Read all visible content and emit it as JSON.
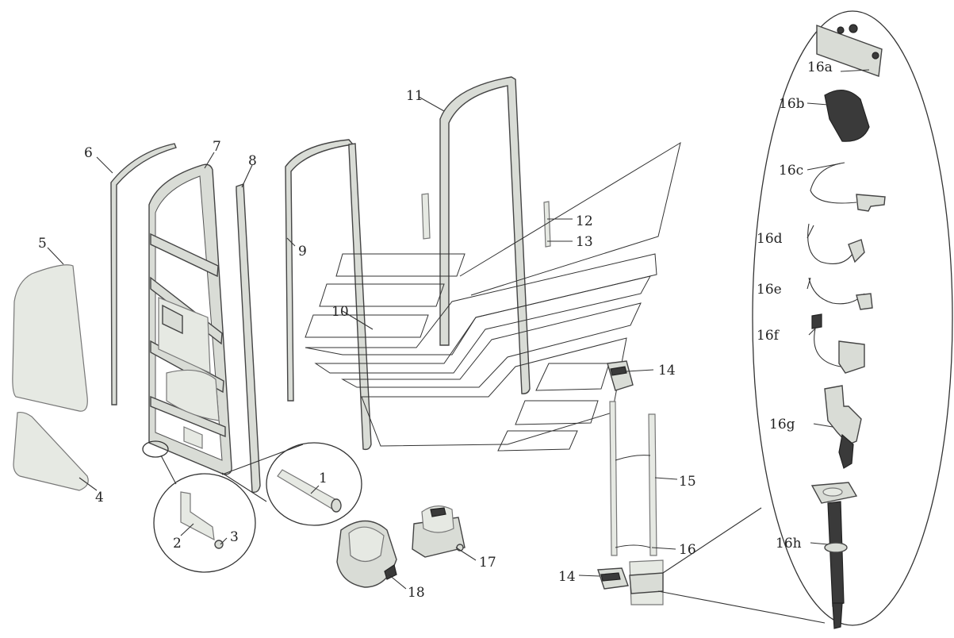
{
  "labels": [
    {
      "id": "1",
      "text": "1"
    },
    {
      "id": "2",
      "text": "2"
    },
    {
      "id": "3",
      "text": "3"
    },
    {
      "id": "4",
      "text": "4"
    },
    {
      "id": "5",
      "text": "5"
    },
    {
      "id": "6",
      "text": "6"
    },
    {
      "id": "7",
      "text": "7"
    },
    {
      "id": "8",
      "text": "8"
    },
    {
      "id": "9",
      "text": "9"
    },
    {
      "id": "10",
      "text": "10"
    },
    {
      "id": "11",
      "text": "11"
    },
    {
      "id": "12",
      "text": "12"
    },
    {
      "id": "13",
      "text": "13"
    },
    {
      "id": "14a",
      "text": "14"
    },
    {
      "id": "14b",
      "text": "14"
    },
    {
      "id": "15",
      "text": "15"
    },
    {
      "id": "16",
      "text": "16"
    },
    {
      "id": "16a",
      "text": "16a"
    },
    {
      "id": "16b",
      "text": "16b"
    },
    {
      "id": "16c",
      "text": "16c"
    },
    {
      "id": "16d",
      "text": "16d"
    },
    {
      "id": "16e",
      "text": "16e"
    },
    {
      "id": "16f",
      "text": "16f"
    },
    {
      "id": "16g",
      "text": "16g"
    },
    {
      "id": "16h",
      "text": "16h"
    },
    {
      "id": "17",
      "text": "17"
    },
    {
      "id": "18",
      "text": "18"
    }
  ]
}
